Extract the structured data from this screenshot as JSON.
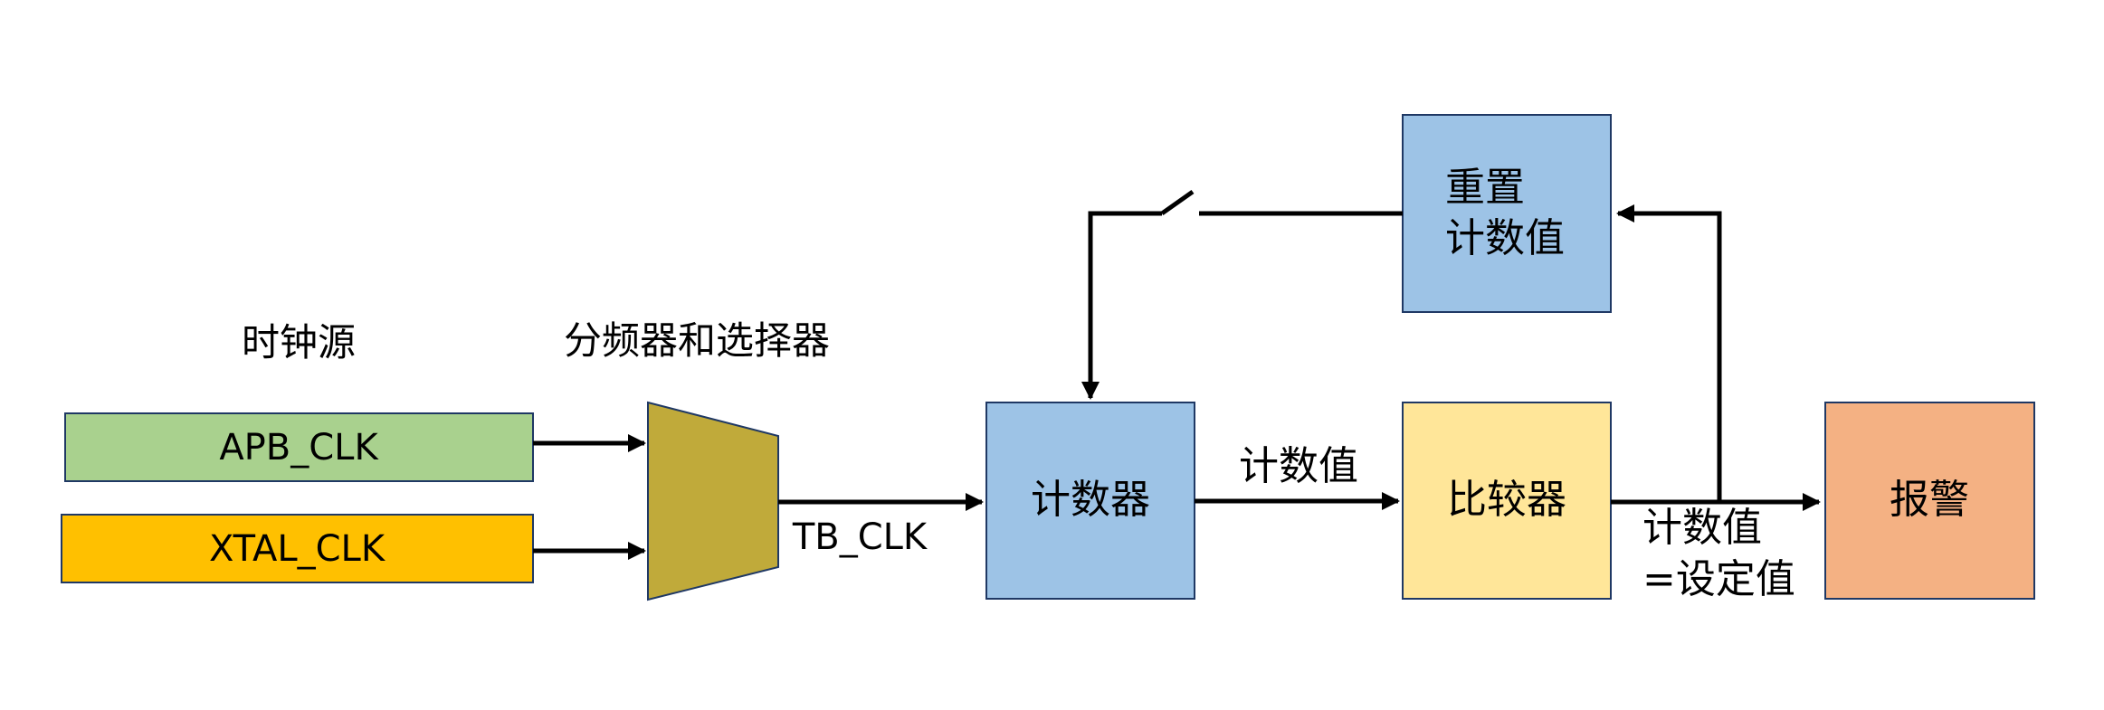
{
  "labels": {
    "clock_source": "时钟源",
    "divider_selector": "分频器和选择器",
    "tb_clk": "TB_CLK",
    "count_value": "计数值",
    "match_line1": "计数值",
    "match_line2": "=设定值"
  },
  "blocks": {
    "apb_clk": "APB_CLK",
    "xtal_clk": "XTAL_CLK",
    "counter": "计数器",
    "comparator": "比较器",
    "alarm": "报警",
    "reset_line1": "重置",
    "reset_line2": "计数值"
  },
  "colors": {
    "apb_clk": "#A9D18E",
    "xtal_clk": "#FFC000",
    "mux": "#C0AA3A",
    "counter": "#9DC3E6",
    "comparator": "#FFE699",
    "alarm": "#F4B183",
    "reset": "#9DC3E6",
    "border": "#1F3864",
    "line": "#000000"
  }
}
